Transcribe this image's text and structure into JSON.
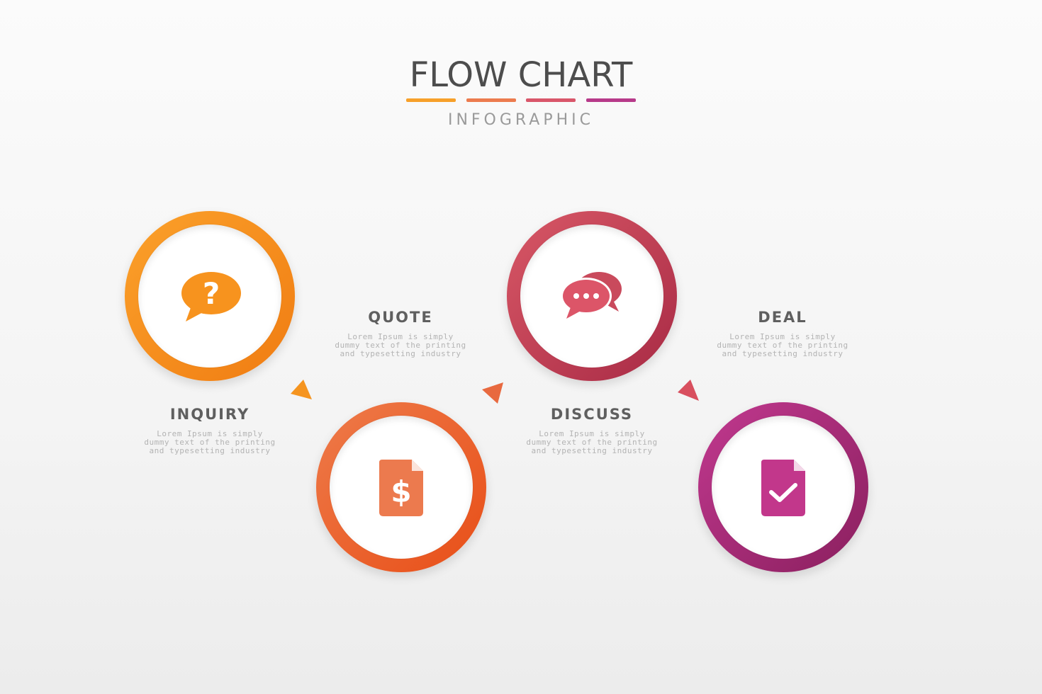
{
  "header": {
    "title": "FLOW CHART",
    "subtitle": "INFOGRAPHIC",
    "underline_colors": [
      "#f7a02a",
      "#ec7b4e",
      "#d9566a",
      "#b73a8a"
    ]
  },
  "steps": [
    {
      "title": "INQUIRY",
      "icon": "question-bubble-icon",
      "color": "#f8901c",
      "desc_lines": [
        "Lorem Ipsum is simply",
        "dummy text of the printing",
        "and typesetting industry"
      ]
    },
    {
      "title": "QUOTE",
      "icon": "dollar-document-icon",
      "color": "#ec6a3e",
      "desc_lines": [
        "Lorem Ipsum is simply",
        "dummy text of the printing",
        "and typesetting industry"
      ]
    },
    {
      "title": "DISCUSS",
      "icon": "chat-bubbles-icon",
      "color": "#c83f58",
      "desc_lines": [
        "Lorem Ipsum is simply",
        "dummy text of the printing",
        "and typesetting industry"
      ]
    },
    {
      "title": "DEAL",
      "icon": "checked-document-icon",
      "color": "#a62f7c",
      "desc_lines": [
        "Lorem Ipsum is simply",
        "dummy text of the printing",
        "and typesetting industry"
      ]
    }
  ],
  "arrow_colors": [
    "#f5941f",
    "#e8693f",
    "#d84f5e"
  ]
}
